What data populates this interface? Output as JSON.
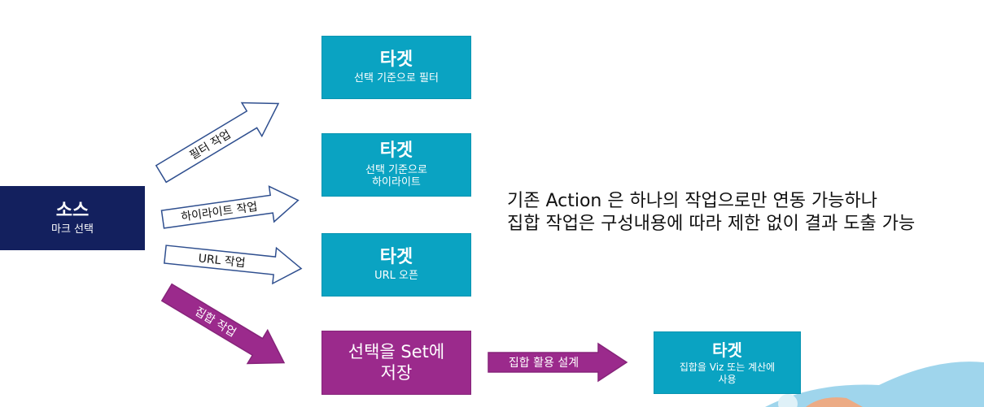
{
  "source": {
    "title": "소스",
    "subtitle": "마크 선택"
  },
  "targets": {
    "filter": {
      "title": "타겟",
      "subtitle": "선택 기준으로 필터"
    },
    "highlight": {
      "title": "타겟",
      "subtitle_line1": "선택 기준으로",
      "subtitle_line2": "하이라이트"
    },
    "url": {
      "title": "타겟",
      "subtitle": "URL 오픈"
    },
    "set_store": {
      "line1": "선택을 Set에",
      "line2": "저장"
    },
    "set_use": {
      "title": "타겟",
      "subtitle_line1": "집합을 Viz 또는 계산에",
      "subtitle_line2": "사용"
    }
  },
  "arrows": {
    "filter": "필터 작업",
    "highlight": "하이라이트 작업",
    "url": "URL 작업",
    "set": "집합 작업",
    "set_use": "집합 활용 설계"
  },
  "note": {
    "line1": "기존 Action 은 하나의 작업으로만 연동 가능하나",
    "line2": "집합 작업은 구성내용에 따라 제한 없이 결과 도출 가능"
  },
  "colors": {
    "teal": "#0aa3c2",
    "navy": "#13205e",
    "purple": "#9b2a8c",
    "arrow_outline": "#2f4f8f"
  }
}
